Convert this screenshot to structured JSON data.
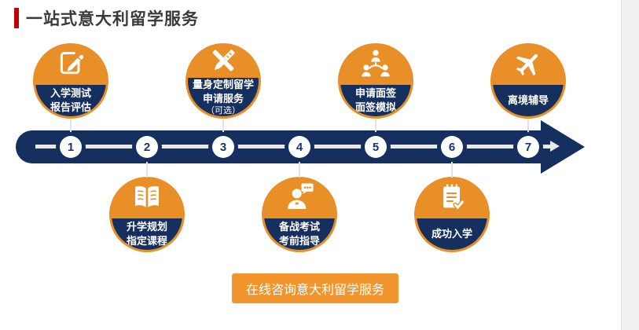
{
  "header": {
    "title": "一站式意大利留学服务",
    "accent_color": "#c30000"
  },
  "steps": [
    {
      "number": "1",
      "position": "above",
      "icon": "edit-document-icon",
      "line1": "入学测试",
      "line2": "报告评估"
    },
    {
      "number": "2",
      "position": "below",
      "icon": "open-book-icon",
      "line1": "升学规划",
      "line2": "指定课程"
    },
    {
      "number": "3",
      "position": "above",
      "icon": "ruler-pencil-icon",
      "line1": "量身定制留学",
      "line2": "申请服务",
      "line3": "（可选）"
    },
    {
      "number": "4",
      "position": "below",
      "icon": "consult-chat-icon",
      "line1": "备战考试",
      "line2": "考前指导"
    },
    {
      "number": "5",
      "position": "above",
      "icon": "people-org-icon",
      "line1": "申请面签",
      "line2": "面签模拟"
    },
    {
      "number": "6",
      "position": "below",
      "icon": "checklist-icon",
      "line1": "成功入学"
    },
    {
      "number": "7",
      "position": "above",
      "icon": "plane-icon",
      "line1": "离境辅导"
    }
  ],
  "cta": {
    "label": "在线咨询意大利留学服务"
  },
  "colors": {
    "navy": "#152f5e",
    "orange": "#e98f28",
    "button_orange": "#f2952c",
    "timeline_line": "#e8e9ed",
    "title_red": "#c30000"
  }
}
